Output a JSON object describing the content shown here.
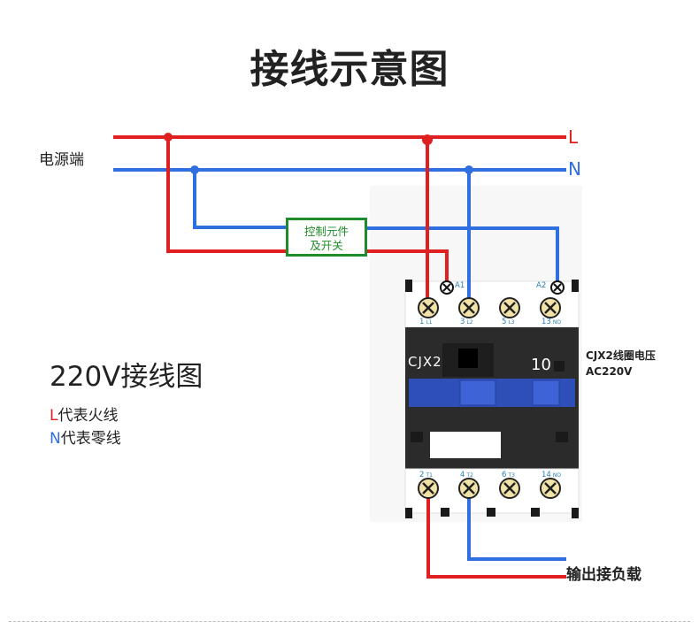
{
  "title": "接线示意图",
  "power_source_label": "电源端",
  "phase_labels": {
    "L": "L",
    "N": "N"
  },
  "control_element": {
    "line1": "控制元件",
    "line2": "及开关"
  },
  "contactor": {
    "model": "CJX2",
    "rating": "10",
    "coil_info_line1": "CJX2线圈电压",
    "coil_info_line2": "AC220V",
    "coil_terminals": [
      {
        "name": "A1"
      },
      {
        "name": "A2"
      }
    ],
    "top_terminals": [
      {
        "num": "1",
        "sub": "L1"
      },
      {
        "num": "3",
        "sub": "L2"
      },
      {
        "num": "5",
        "sub": "L3"
      },
      {
        "num": "13",
        "sub": "NO"
      }
    ],
    "bottom_terminals": [
      {
        "num": "2",
        "sub": "T1"
      },
      {
        "num": "4",
        "sub": "T2"
      },
      {
        "num": "6",
        "sub": "T3"
      },
      {
        "num": "14",
        "sub": "NO"
      }
    ]
  },
  "wiring_title": "220V接线图",
  "legend": [
    {
      "key": "L",
      "text": "代表火线"
    },
    {
      "key": "N",
      "text": "代表零线"
    }
  ],
  "load_label": "输出接负载",
  "colors": {
    "live": "#e02020",
    "neutral": "#2f6fe0",
    "control": "#1e8c2a",
    "contactor_body": "#2b2b2b",
    "contactor_blue": "#2f4fb8"
  }
}
